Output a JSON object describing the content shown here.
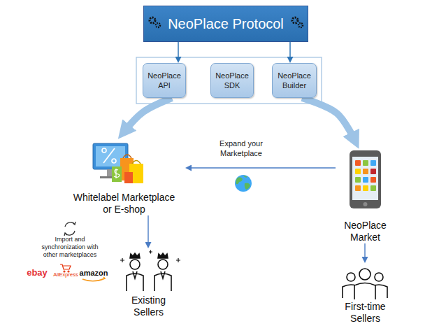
{
  "diagram": {
    "nodes": [
      {
        "text": [
          "NeoPlace Protocol"
        ]
      },
      {
        "text": [
          "NeoPlace API"
        ]
      },
      {
        "text": [
          "NeoPlace SDK"
        ]
      },
      {
        "text": [
          "NeoPlace Builder"
        ]
      },
      {
        "text": [
          "Whitelabel Marketplace or E-shop"
        ]
      },
      {
        "text": [
          "NeoPlace Market"
        ]
      },
      {
        "text": [
          "Existing Sellers"
        ]
      },
      {
        "text": [
          "First-time Sellers"
        ]
      }
    ],
    "edges": [
      {
        "from": 0,
        "to": 1,
        "arrow": "to"
      },
      {
        "from": 0,
        "to": 3,
        "arrow": "to"
      },
      {
        "from": 1,
        "to": 4,
        "arrow": "to"
      },
      {
        "from": 3,
        "to": 5,
        "arrow": "to"
      },
      {
        "from": 5,
        "to": 4,
        "label": "Expand your Marketplace",
        "arrow": "to"
      },
      {
        "from": 4,
        "to": 6,
        "arrow": "to"
      },
      {
        "from": 5,
        "to": 7,
        "arrow": "to"
      }
    ],
    "labels": [
      "Import and synchronization with other marketplaces",
      "ebay",
      "AliExpress",
      "amazon"
    ]
  }
}
